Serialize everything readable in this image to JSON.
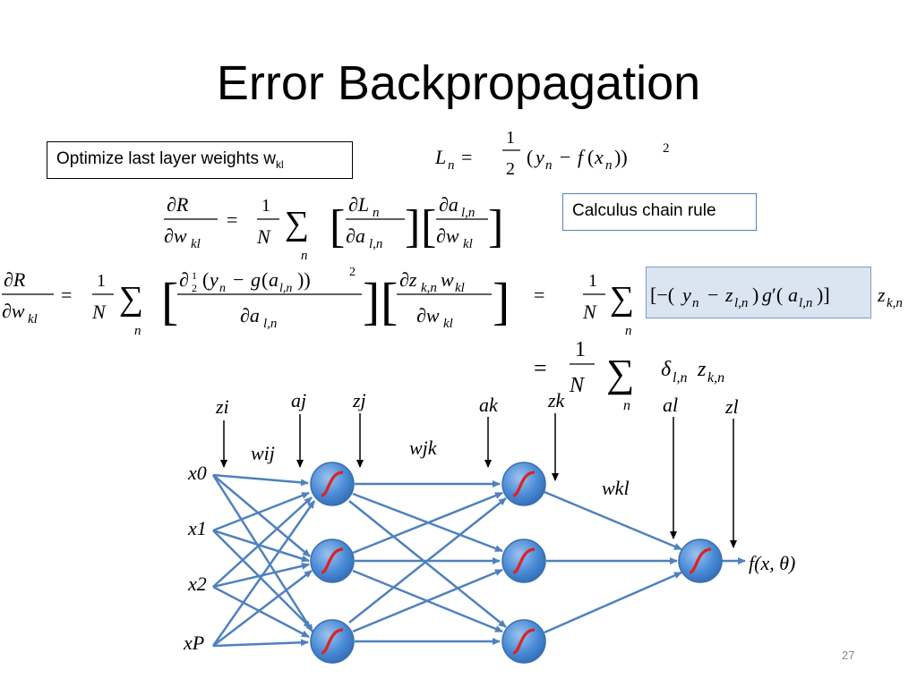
{
  "slide": {
    "title": "Error Backpropagation",
    "page_number": "27",
    "box_optimize": {
      "text": "Optimize last layer weights w",
      "subscript": "kl"
    },
    "box_chain": "Calculus chain rule"
  },
  "diagram": {
    "inputs": [
      "x0",
      "x1",
      "x2",
      "xP"
    ],
    "top_labels": [
      "zi",
      "aj",
      "zj",
      "ak",
      "zk",
      "al",
      "zl"
    ],
    "weights": [
      "wij",
      "wjk",
      "wkl"
    ],
    "output": "f(x, θ)"
  }
}
